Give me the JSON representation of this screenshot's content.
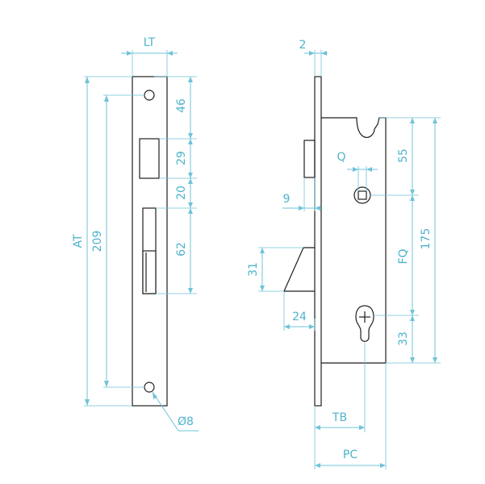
{
  "labels": {
    "lt": "LT",
    "at": "AT",
    "len209": "209",
    "d46": "46",
    "d29": "29",
    "d20": "20",
    "d62": "62",
    "hole": "Ø8",
    "d2": "2",
    "q": "Q",
    "d9": "9",
    "d31": "31",
    "d24": "24",
    "tb": "TB",
    "pc": "PC",
    "d55": "55",
    "fq": "FQ",
    "d175": "175",
    "d33": "33"
  },
  "colors": {
    "dimension": "#6fc3d8",
    "text": "#4fb3cc",
    "outline": "#1e1e1e"
  }
}
